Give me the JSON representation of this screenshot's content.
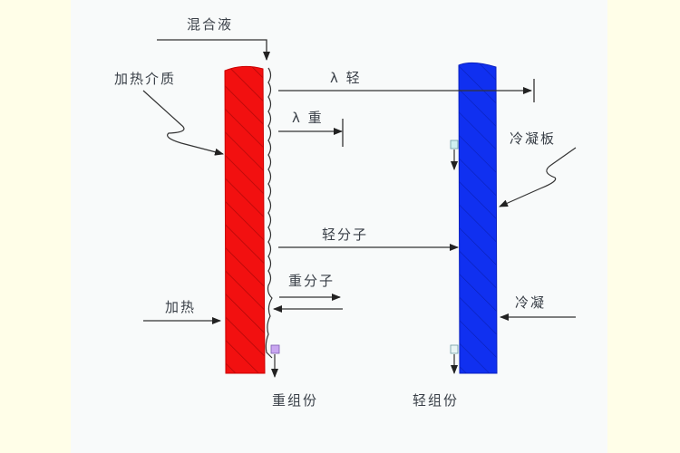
{
  "diagram": {
    "type": "molecular-distillation-schematic",
    "colors": {
      "background_side": "#fffee8",
      "canvas": "#f8fafa",
      "heating_plate": "#f21010",
      "condensing_plate": "#1030f0",
      "line": "#333333",
      "heavy_marker": "#c9a6f0",
      "light_marker": "#cfeff0"
    },
    "labels": {
      "mixed_liquid": "混合液",
      "heating_medium": "加热介质",
      "lambda_light": "λ 轻",
      "lambda_heavy": "λ 重",
      "condensing_plate": "冷凝板",
      "light_molecule": "轻分子",
      "heavy_molecule": "重分子",
      "heating": "加热",
      "condensing": "冷凝",
      "heavy_fraction": "重组份",
      "light_fraction": "轻组份"
    },
    "nodes": [
      {
        "id": "heating-plate",
        "label": "加热介质",
        "shape": "hatched-bar",
        "color": "red"
      },
      {
        "id": "condensing-plate",
        "label": "冷凝板",
        "shape": "hatched-bar",
        "color": "blue"
      },
      {
        "id": "liquid-film",
        "label": "混合液",
        "shape": "wavy-line"
      }
    ],
    "edges": [
      {
        "from": "混合液",
        "to": "liquid-film",
        "label": "混合液"
      },
      {
        "from": "liquid-film",
        "to": "beyond-condensing-plate",
        "label": "λ 轻"
      },
      {
        "from": "liquid-film",
        "to": "short-stop",
        "label": "λ 重"
      },
      {
        "from": "liquid-film",
        "to": "condensing-plate",
        "label": "轻分子"
      },
      {
        "from": "liquid-film",
        "to": "short-stop",
        "label": "重分子"
      },
      {
        "from": "return",
        "to": "liquid-film",
        "label": ""
      },
      {
        "from": "加热",
        "to": "heating-plate",
        "label": "加热"
      },
      {
        "from": "冷凝",
        "to": "condensing-plate",
        "label": "冷凝"
      },
      {
        "from": "liquid-film",
        "to": "重组份",
        "label": "重组份"
      },
      {
        "from": "condensing-plate",
        "to": "轻组份",
        "label": "轻组份"
      }
    ]
  }
}
